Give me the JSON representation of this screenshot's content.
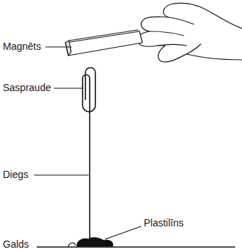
{
  "diagram": {
    "labels": [
      "Magnēts",
      "Saspraude",
      "Diegs",
      "Plastilīns",
      "Galds"
    ]
  }
}
